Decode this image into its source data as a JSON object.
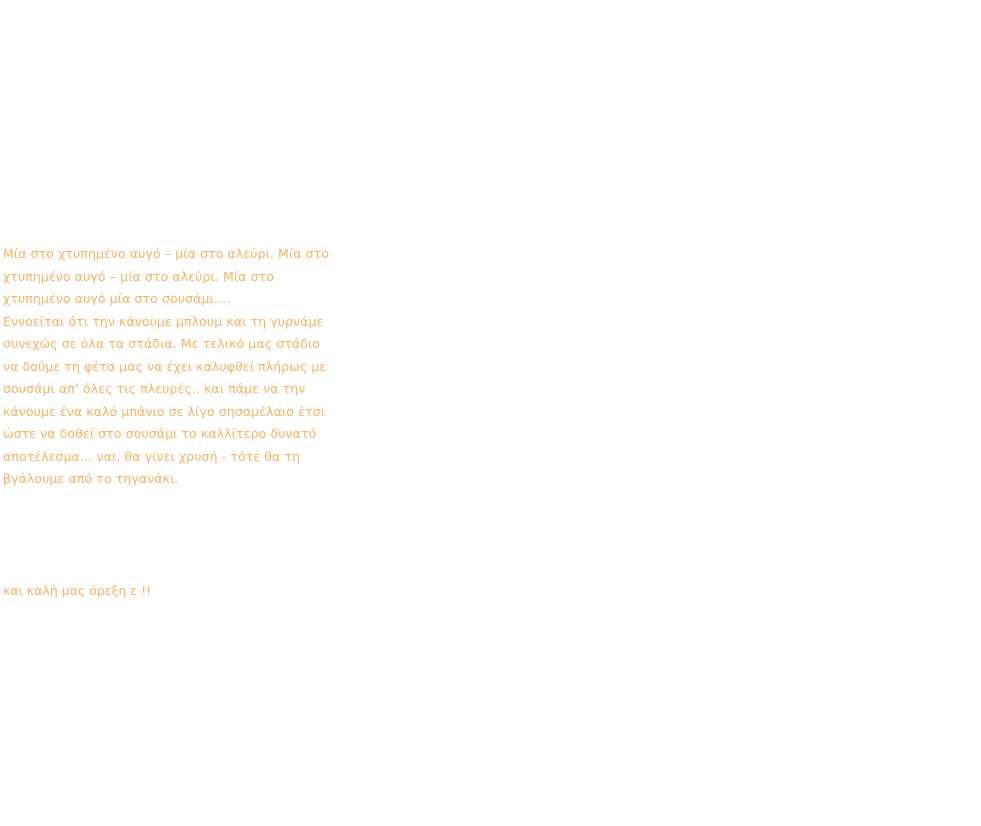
{
  "colors": {
    "text": "#f5b366",
    "background": "#ffffff"
  },
  "recipe": {
    "lines": [
      "Μία στο χτυπημένο αυγό – μία στο αλεύρι. Μία στο",
      "χτυπημένο αυγό – μία στο αλεύρι. Μία στο",
      "χτυπημένο αυγό μία στο σουσάμι….",
      "Εννοείται ότι την κάνουμε μπλουμ και τη γυρνάμε",
      "συνεχώς σε όλα τα στάδια. Με τελικό μας στάδιο",
      "να δούμε τη φέτα μας να έχει καλυφθεί πλήρως με",
      "σουσάμι απ’ όλες τις πλευρές.. και πάμε να την",
      "κάνουμε ένα καλό μπάνιο σε λίγο σησαμέλαιο έτσι",
      "ώστε να δοθεί στο σουσάμι το καλλίτερο δυνατό",
      "αποτέλεσμα… ναι, θα γίνει χρυσή - τότε θα τη",
      "βγάλουμε από το τηγανάκι."
    ],
    "closing": "και καλή μας όρεξη ε !!"
  }
}
